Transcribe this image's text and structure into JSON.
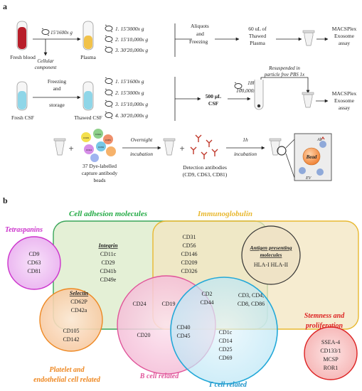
{
  "panel_a": {
    "label": "a",
    "row1": {
      "fresh_blood": "Fresh blood",
      "spin_label": "15'1600x g",
      "cellular_1": "Cellular",
      "cellular_2": "component",
      "plasma": "Plasma",
      "steps": [
        "1.  15'3000x g",
        "2.  15'10,000x g",
        "3.  30'20,000x g"
      ],
      "aliquots_1": "Aliquots",
      "aliquots_2": "and",
      "aliquots_3": "Freezing",
      "thawed_1": "60 uL of",
      "thawed_2": "Thawed",
      "thawed_3": "Plasma",
      "macs_1": "MACSPlex",
      "macs_2": "Exosome",
      "macs_3": "assay"
    },
    "row2": {
      "fresh_csf": "Fresh CSF",
      "freeze_1": "Freezing",
      "freeze_2": "and",
      "freeze_3": "storage",
      "thawed_csf": "Thawed CSF",
      "steps": [
        "1.  15'1600x g",
        "2.  15'3000x g",
        "3.  15'10,000x g",
        "4.  30'20,000x g"
      ],
      "csf_1": "500 μL",
      "csf_2": "CSF",
      "uc_1": "18h",
      "uc_2": "100,000x g",
      "resusp_1": "Resuspended in",
      "resusp_2": "particle free PBS 1x",
      "macs_1": "MACSPlex",
      "macs_2": "Exosome",
      "macs_3": "assay"
    },
    "row3": {
      "beads_1": "37 Dye-labelled",
      "beads_2": "capture antibody",
      "beads_3": "beads",
      "overnight_1": "Overnight",
      "overnight_2": "incubation",
      "detect_1": "Detection antibodies",
      "detect_2": "(CD9, CD63, CD81)",
      "hour_1": "1h",
      "hour_2": "incubation",
      "bead_word": "Bead",
      "ab_label": "Ab",
      "ev_label": "EV",
      "plus": "+",
      "bead_codes": [
        "CD29",
        "CD44",
        "CD81",
        "CD24",
        "CD56"
      ]
    }
  },
  "panel_b": {
    "label": "b",
    "tetraspanins": {
      "title": "Tetraspanins",
      "markers": [
        "CD9",
        "CD63",
        "CD81"
      ]
    },
    "cell_adhesion": {
      "title": "Cell adhesion molecules"
    },
    "immunoglobulin": {
      "title": "Immunoglobulin",
      "markers": [
        "CD31",
        "CD56",
        "CD146",
        "CD209",
        "CD326"
      ]
    },
    "integrin": {
      "title": "Integrin",
      "markers": [
        "CD11c",
        "CD29",
        "CD41b",
        "CD49e"
      ]
    },
    "apm": {
      "title_1": "Antigen presenting",
      "title_2": "molecules",
      "markers": "HLA-I  HLA-II"
    },
    "selectin": {
      "title": "Selectin",
      "markers": [
        "CD62P",
        "CD42a"
      ]
    },
    "platelet": {
      "title_1": "Platelet and",
      "title_2": "endothelial cell related",
      "markers": [
        "CD105",
        "CD142"
      ]
    },
    "bcell": {
      "title": "B cell related",
      "markers": [
        "CD24",
        "CD20"
      ]
    },
    "tcell": {
      "title": "T cell related",
      "markers": [
        "CD1c",
        "CD14",
        "CD25",
        "CD69"
      ]
    },
    "cd19": "CD19",
    "cd2_cd44": [
      "CD2",
      "CD44"
    ],
    "cd40_cd45": [
      "CD40",
      "CD45"
    ],
    "cd3_group": [
      "CD3, CD4,",
      "CD8, CD86"
    ],
    "stemness": {
      "title_1": "Stemness and",
      "title_2": "proliferation",
      "markers": [
        "SSEA-4",
        "CD133/1",
        "MCSP",
        "ROR1"
      ]
    }
  },
  "colors": {
    "tetraspanin": "#cc33cc",
    "cell_adhesion": "#22aa44",
    "immunoglobulin": "#e8b830",
    "platelet": "#ee8822",
    "bcell": "#e0559a",
    "tcell": "#22a8d8",
    "stemness": "#dd2222",
    "blood": "#b81e2a",
    "plasma": "#f1c24a",
    "csf": "#8fd6e8"
  }
}
